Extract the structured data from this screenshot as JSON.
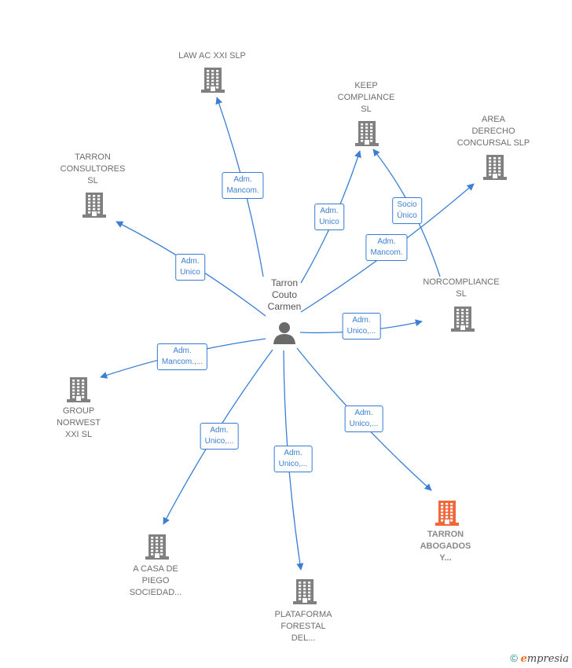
{
  "center": {
    "name": "Tarron\nCouto\nCarmen",
    "icon": "person-icon"
  },
  "nodes": [
    {
      "id": "law",
      "name": "LAW AC XXI SLP",
      "relation": "Adm.\nMancom.",
      "highlight": false
    },
    {
      "id": "keep",
      "name": "KEEP\nCOMPLIANCE\nSL",
      "relation": "Adm.\nUnico",
      "highlight": false
    },
    {
      "id": "area",
      "name": "AREA\nDERECHO\nCONCURSAL SLP",
      "relation": "Adm.\nMancom.",
      "highlight": false
    },
    {
      "id": "tarron_consultores",
      "name": "TARRON\nCONSULTORES\nSL",
      "relation": "Adm.\nUnico",
      "highlight": false
    },
    {
      "id": "norcompliance",
      "name": "NORCOMPLIANCE\nSL",
      "relation": "Adm.\nUnico,...",
      "highlight": false
    },
    {
      "id": "group",
      "name": "GROUP\nNORWEST\nXXI SL",
      "relation": "Adm.\nMancom.,...",
      "highlight": false
    },
    {
      "id": "tarron_abogados",
      "name": "TARRON\nABOGADOS\nY...",
      "relation": "Adm.\nUnico,...",
      "highlight": true
    },
    {
      "id": "acasa",
      "name": "A CASA DE\nPIEGO\nSOCIEDAD...",
      "relation": "Adm.\nUnico,...",
      "highlight": false
    },
    {
      "id": "plataforma",
      "name": "PLATAFORMA\nFORESTAL\nDEL...",
      "relation": "Adm.\nUnico,...",
      "highlight": false
    }
  ],
  "extra_edges": [
    {
      "from": "norcompliance",
      "to": "keep",
      "relation": "Socio\nÚnico"
    }
  ],
  "colors": {
    "edge": "#3b7fd4",
    "building": "#808080",
    "building_highlight": "#f0683a",
    "person": "#6a6a6a"
  },
  "footer": {
    "copyright": "©",
    "brand_e": "e",
    "brand_rest": "mpresia"
  }
}
